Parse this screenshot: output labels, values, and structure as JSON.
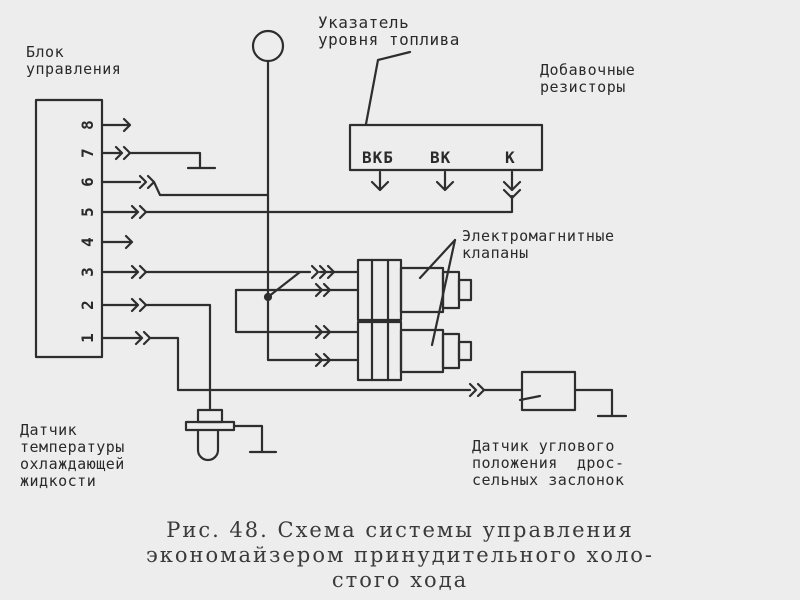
{
  "labels": {
    "control_unit": "Блок\nуправления",
    "fuel_gauge": "Указатель\nуровня топлива",
    "resistors": "Добавочные\nрезисторы",
    "valves": "Электромагнитные\nклапаны",
    "coolant_sensor": "Датчик\nтемпературы\nохлаждающей\nжидкости",
    "throttle_sensor": "Датчик углового\nположения  дрос-\nсельных заслонок"
  },
  "resistor_terminals": [
    "ВКБ",
    "ВК",
    "К"
  ],
  "pins": [
    "8",
    "7",
    "6",
    "5",
    "4",
    "3",
    "2",
    "1"
  ],
  "caption": {
    "line1": "Рис. 48. Схема системы управления",
    "line2": "экономайзером принудительного холо-",
    "line3": "стого хода"
  }
}
